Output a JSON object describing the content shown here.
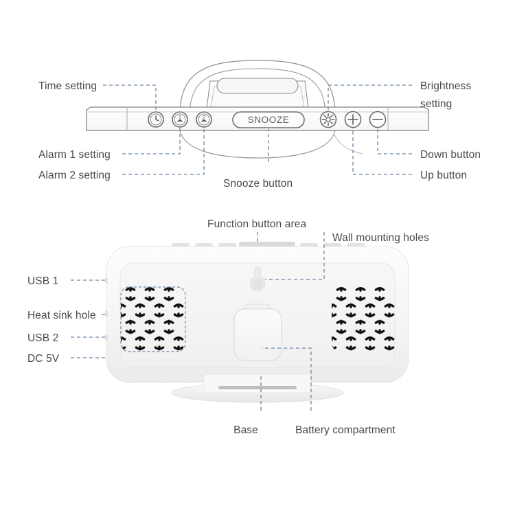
{
  "diagram": {
    "title": "Alarm clock product annotation diagram",
    "background_color": "#ffffff",
    "leader_line_color": "#6b86a8",
    "label_text_color": "#4a4a4a",
    "device_body_color": "#f4f4f4",
    "outline_color": "#6e6e6e"
  },
  "top_view": {
    "name": "top-edge-view",
    "snooze_label": "SNOOZE",
    "controls": [
      {
        "id": "time-setting",
        "icon": "clock-icon",
        "label": "Time setting"
      },
      {
        "id": "alarm-1-setting",
        "icon": "alarm-1-icon",
        "label": "Alarm 1 setting"
      },
      {
        "id": "alarm-2-setting",
        "icon": "alarm-2-icon",
        "label": "Alarm 2 setting"
      },
      {
        "id": "snooze-button",
        "icon": "snooze-button",
        "label": "Snooze button"
      },
      {
        "id": "brightness-setting",
        "icon": "brightness-icon",
        "label": "Brightness setting"
      },
      {
        "id": "up-button",
        "icon": "plus-icon",
        "label": "Up button"
      },
      {
        "id": "down-button",
        "icon": "minus-icon",
        "label": "Down button"
      }
    ],
    "labels": {
      "time_setting": "Time setting",
      "alarm_1_setting": "Alarm 1 setting",
      "alarm_2_setting": "Alarm 2 setting",
      "snooze_button": "Snooze button",
      "brightness_setting_line1": "Brightness",
      "brightness_setting_line2": "setting",
      "up_button": "Up button",
      "down_button": "Down button"
    }
  },
  "back_view": {
    "name": "back-panel-view",
    "labels": {
      "function_button_area": "Function button area",
      "wall_mounting_holes": "Wall mounting holes",
      "usb_1": "USB 1",
      "heat_sink_hole": "Heat sink hole",
      "usb_2": "USB 2",
      "dc_5v": "DC 5V",
      "base": "Base",
      "battery_compartment": "Battery compartment"
    },
    "parts": [
      {
        "id": "function-button-area",
        "label": "Function button area"
      },
      {
        "id": "wall-mounting-holes",
        "label": "Wall mounting holes"
      },
      {
        "id": "usb-1-port",
        "label": "USB 1"
      },
      {
        "id": "heat-sink-hole",
        "label": "Heat sink hole"
      },
      {
        "id": "usb-2-port",
        "label": "USB 2"
      },
      {
        "id": "dc-5v-port",
        "label": "DC 5V"
      },
      {
        "id": "base-stand",
        "label": "Base"
      },
      {
        "id": "battery-compartment",
        "label": "Battery compartment"
      }
    ]
  }
}
